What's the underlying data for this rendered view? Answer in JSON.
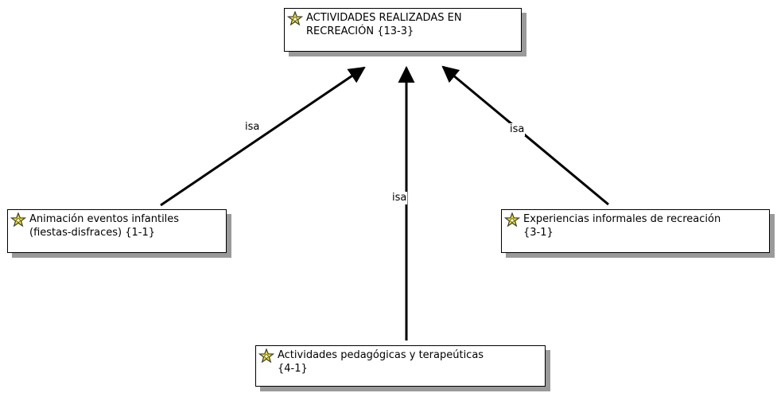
{
  "diagram": {
    "nodes": {
      "root": {
        "label": "ACTIVIDADES REALIZADAS EN\nRECREACIÓN {13-3}",
        "icon": "star-node-icon"
      },
      "animacion": {
        "label": "Animación eventos infantiles\n(fiestas-disfraces) {1-1}",
        "icon": "star-node-icon"
      },
      "pedagogicas": {
        "label": "Actividades pedagógicas y terapeúticas\n{4-1}",
        "icon": "star-node-icon"
      },
      "experiencias": {
        "label": "Experiencias informales de recreación\n{3-1}",
        "icon": "star-node-icon"
      }
    },
    "edges": {
      "animacion_root": {
        "label": "isa"
      },
      "pedagogicas_root": {
        "label": "isa"
      },
      "experiencias_root": {
        "label": "isa"
      }
    },
    "colors": {
      "line": "#000000",
      "icon_fill": "#f5e600",
      "icon_outline": "#3a3a3a",
      "shadow": "#9a9a9a"
    }
  }
}
